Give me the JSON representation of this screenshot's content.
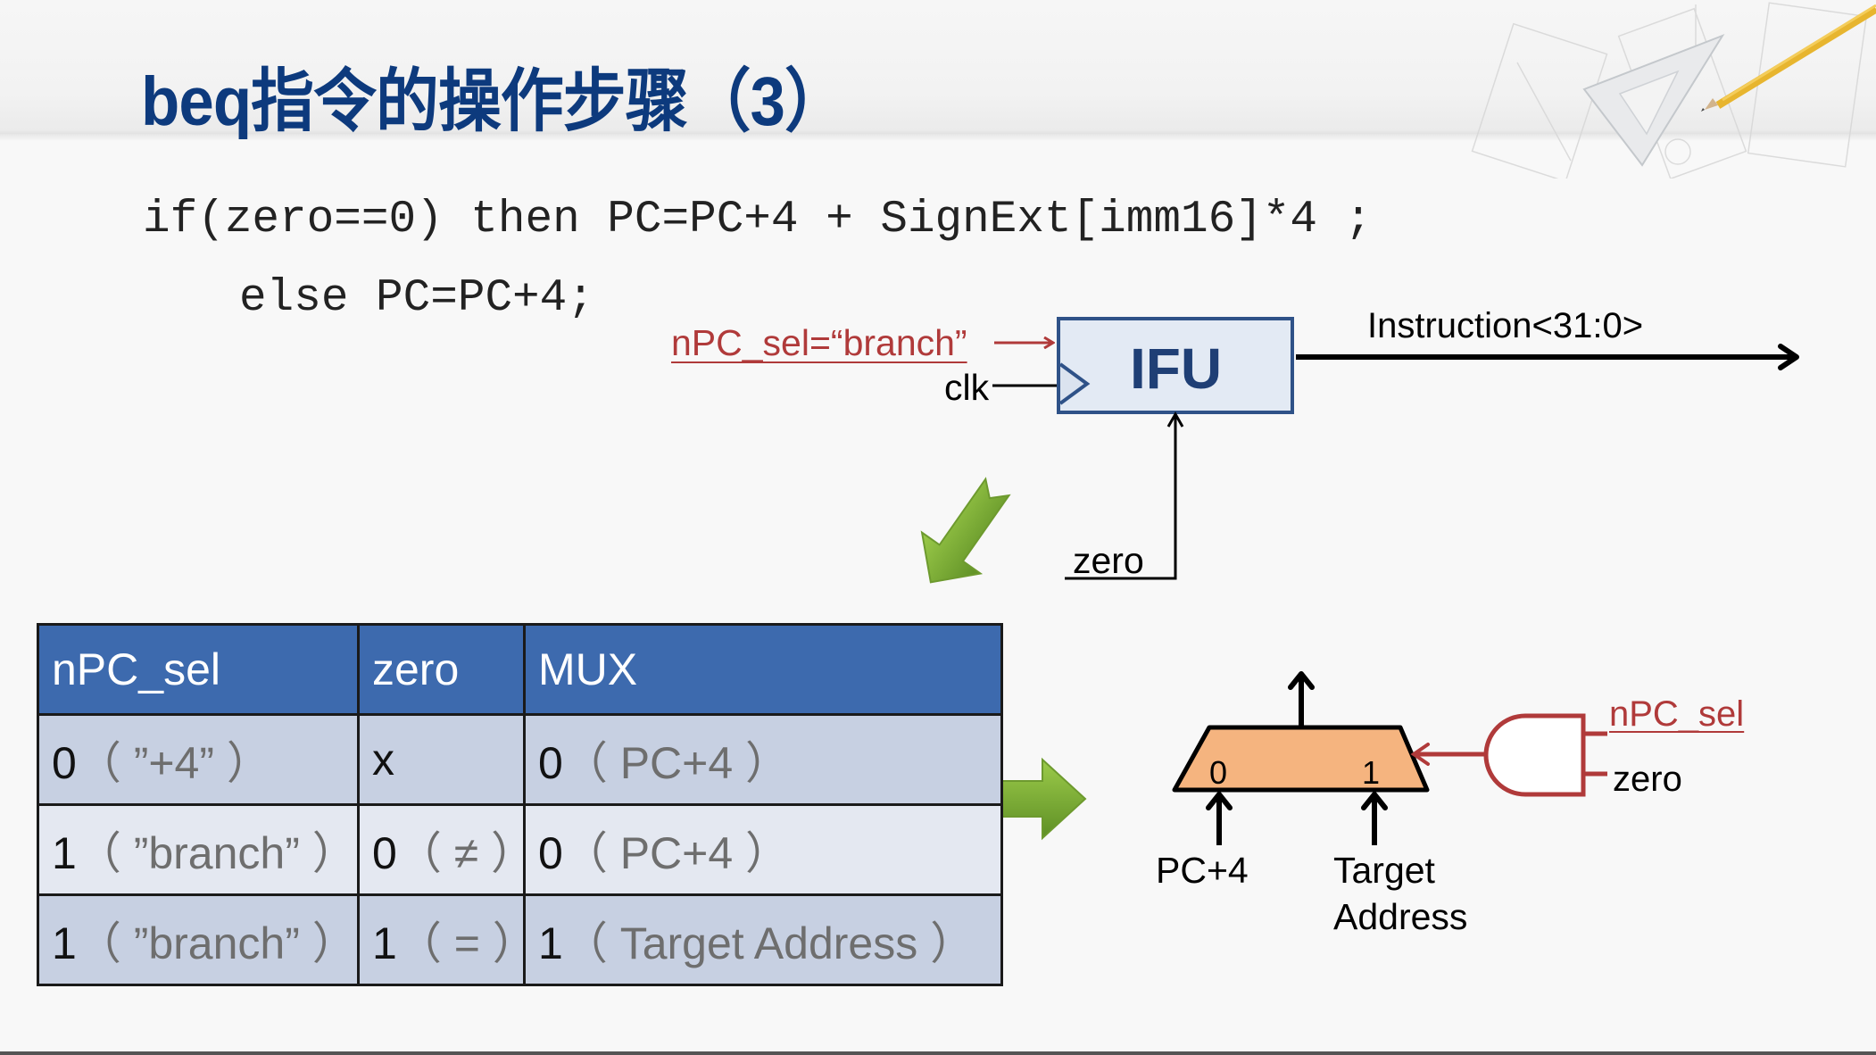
{
  "slide": {
    "title": "beq指令的操作步骤（3）",
    "code_lines": [
      "if(zero==0) then PC=PC+4 + SignExt[imm16]*4 ;",
      "else PC=PC+4;"
    ]
  },
  "ifu_diagram": {
    "block_label": "IFU",
    "input_npc_sel": "nPC_sel=“branch”",
    "input_clk": "clk",
    "input_zero": "zero",
    "output_label": "Instruction<31:0>"
  },
  "truth_table": {
    "headers": [
      "nPC_sel",
      "zero",
      "MUX"
    ],
    "rows": [
      {
        "npc_sel": {
          "value": "0",
          "note": "（ ”+4” ）"
        },
        "zero": {
          "value": "x",
          "note": ""
        },
        "mux": {
          "value": "0",
          "note": "（ PC+4 ）"
        }
      },
      {
        "npc_sel": {
          "value": "1",
          "note": "（ ”branch” ）"
        },
        "zero": {
          "value": "0",
          "note": "（ ≠ ）"
        },
        "mux": {
          "value": "0",
          "note": "（ PC+4 ）"
        }
      },
      {
        "npc_sel": {
          "value": "1",
          "note": "（ ”branch” ）"
        },
        "zero": {
          "value": "1",
          "note": "（ = ）"
        },
        "mux": {
          "value": "1",
          "note": "（ Target Address ）"
        }
      }
    ]
  },
  "mux_diagram": {
    "input0_index": "0",
    "input1_index": "1",
    "input0_label": "PC+4",
    "input1_label_line1": "Target",
    "input1_label_line2": "Address",
    "gate_input_npc_sel": "nPC_sel",
    "gate_input_zero": "zero"
  },
  "colors": {
    "title": "#0d3a7d",
    "header_cell": "#3d6aae",
    "row_dark": "#c7d0e2",
    "row_light": "#e4e8f1",
    "ifu_fill": "#e3eaf4",
    "ifu_border": "#2f5288",
    "control_red": "#b03a3a",
    "mux_fill": "#f5b47f",
    "arrow_green": "#7aa83a"
  }
}
